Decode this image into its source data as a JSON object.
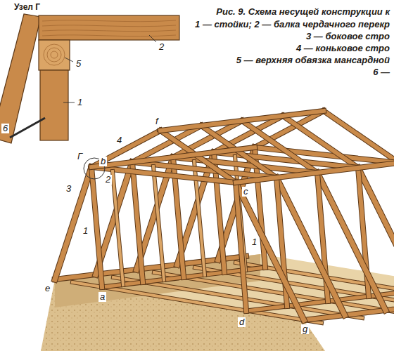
{
  "diagram": {
    "title": "Рис. 9. Схема несущей конструкции к",
    "labels": [
      "Узел Г",
      "2",
      "5",
      "1",
      "6",
      "1 — стойки; 2 — балка чердачного перекр",
      "3 — боковое стро",
      "4 — коньковое стро",
      "5 — верхняя обвязка мансардной",
      "6 —",
      "f",
      "4",
      "Г",
      "b",
      "2",
      "3",
      "1",
      "c",
      "1",
      "e",
      "a",
      "d",
      "g"
    ]
  }
}
